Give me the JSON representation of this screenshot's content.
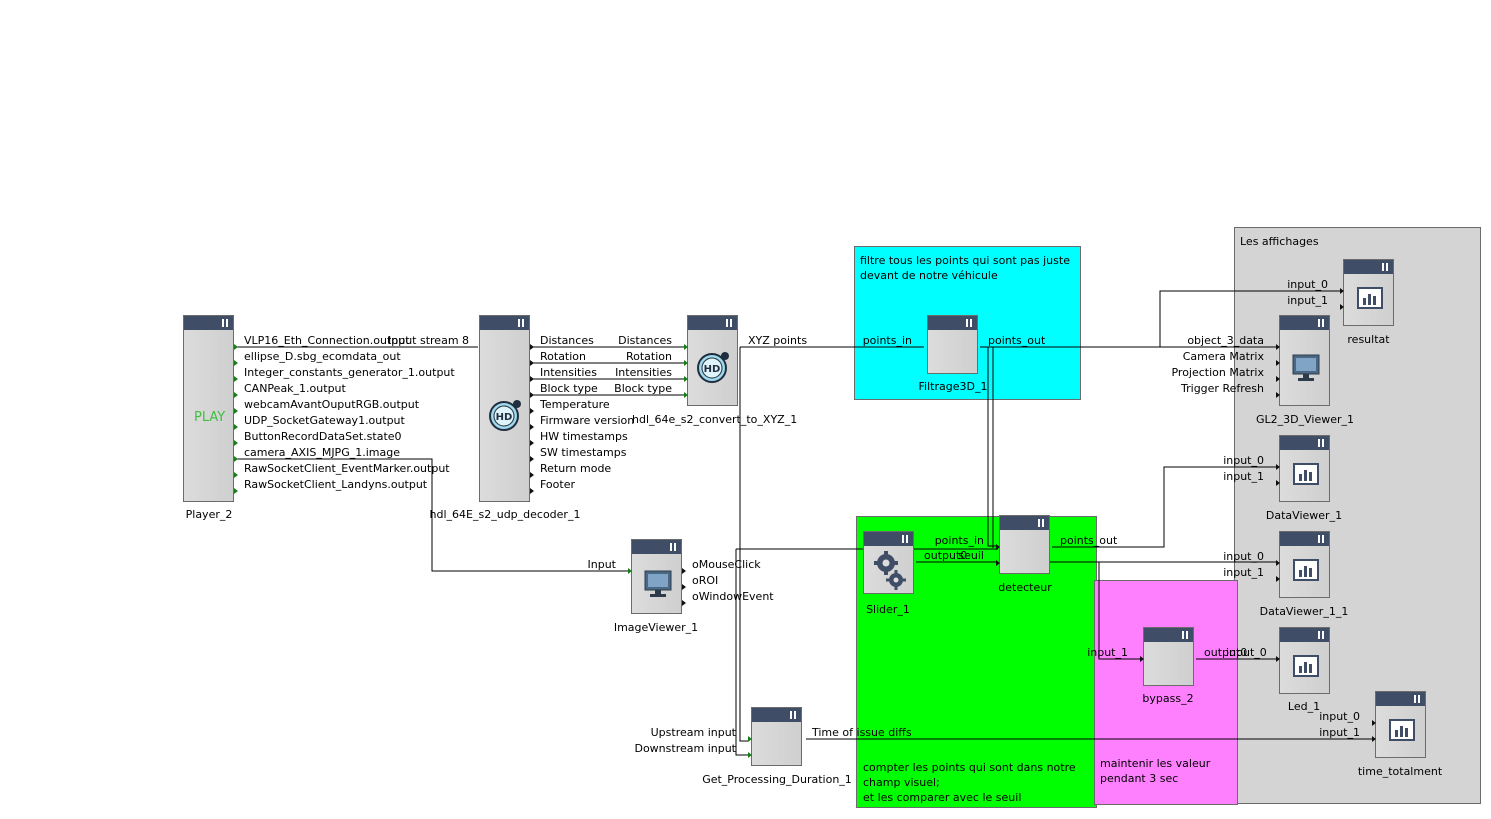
{
  "groups": {
    "filter_note": "filtre tous les points qui sont pas juste\ndevant de notre véhicule",
    "count_note": "compter les points qui sont dans notre\nchamp visuel;\net les comparer avec le seuil",
    "hold_note": "maintenir les valeur\npendant 3 sec",
    "display_title": "Les affichages"
  },
  "colors": {
    "filter_group": "#00ffff",
    "count_group": "#00ff00",
    "hold_group": "#ff80ff",
    "display_group": "#d4d4d4",
    "header": "#3f4e66"
  },
  "player": {
    "name": "Player_2",
    "play_label": "PLAY",
    "outputs": [
      "VLP16_Eth_Connection.output",
      "ellipse_D.sbg_ecomdata_out",
      "Integer_constants_generator_1.output",
      "CANPeak_1.output",
      "webcamAvantOuputRGB.output",
      "UDP_SocketGateway1.output",
      "ButtonRecordDataSet.state0",
      "camera_AXIS_MJPG_1.image",
      "RawSocketClient_EventMarker.output",
      "RawSocketClient_Landyns.output"
    ]
  },
  "decoder": {
    "name": "hdl_64E_s2_udp_decoder_1",
    "input": "Input stream 8",
    "outputs": [
      "Distances",
      "Rotation",
      "Intensities",
      "Block type",
      "Temperature",
      "Firmware version",
      "HW timestamps",
      "SW timestamps",
      "Return mode",
      "Footer"
    ]
  },
  "converter": {
    "name": "hdl_64e_s2_convert_to_XYZ_1",
    "inputs": [
      "Distances",
      "Rotation",
      "Intensities",
      "Block type"
    ],
    "output": "XYZ points"
  },
  "filtrage": {
    "name": "Filtrage3D_1",
    "input": "points_in",
    "output": "points_out"
  },
  "viewer3d": {
    "name": "GL2_3D_Viewer_1",
    "inputs": [
      "object_3_data",
      "Camera Matrix",
      "Projection Matrix",
      "Trigger Refresh"
    ]
  },
  "resultat": {
    "name": "resultat",
    "inputs": [
      "input_0",
      "input_1"
    ]
  },
  "dataviewer1": {
    "name": "DataViewer_1",
    "inputs": [
      "input_0",
      "input_1"
    ]
  },
  "dataviewer11": {
    "name": "DataViewer_1_1",
    "inputs": [
      "input_0",
      "input_1"
    ]
  },
  "led": {
    "name": "Led_1",
    "input": "input_0"
  },
  "time_totalment": {
    "name": "time_totalment",
    "inputs": [
      "input_0",
      "input_1"
    ]
  },
  "imageviewer": {
    "name": "ImageViewer_1",
    "input": "Input",
    "outputs": [
      "oMouseClick",
      "oROI",
      "oWindowEvent"
    ]
  },
  "slider": {
    "name": "Slider_1",
    "output": "output0"
  },
  "detecteur": {
    "name": "detecteur",
    "inputs": [
      "points_in",
      "seuil"
    ],
    "output": "points_out"
  },
  "bypass": {
    "name": "bypass_2",
    "input": "input_1",
    "output": "output0"
  },
  "duration": {
    "name": "Get_Processing_Duration_1",
    "inputs": [
      "Upstream input",
      "Downstream input"
    ],
    "output": "Time of issue diffs"
  }
}
